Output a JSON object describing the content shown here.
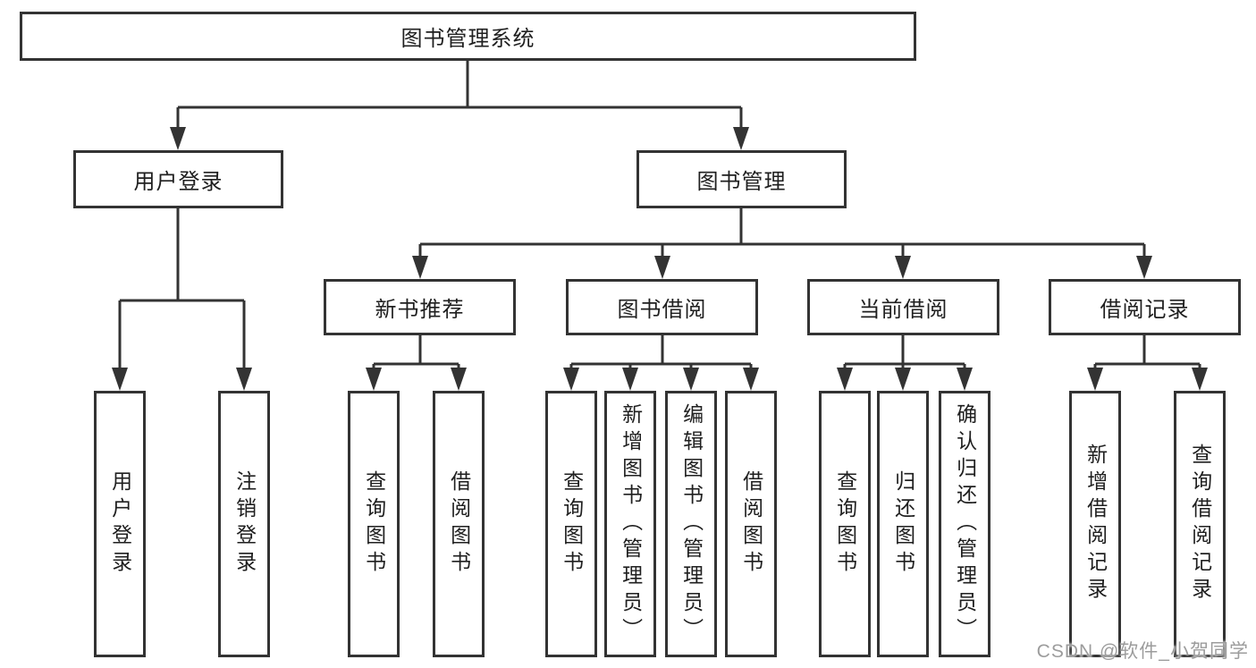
{
  "tree": {
    "root": {
      "label": "图书管理系统"
    },
    "branches": [
      {
        "label": "用户登录",
        "children": [
          {
            "label": "用户登录"
          },
          {
            "label": "注销登录"
          }
        ]
      },
      {
        "label": "图书管理",
        "children": [
          {
            "label": "新书推荐",
            "children": [
              {
                "label": "查询图书"
              },
              {
                "label": "借阅图书"
              }
            ]
          },
          {
            "label": "图书借阅",
            "children": [
              {
                "label": "查询图书"
              },
              {
                "label": "新增图书（管理员）"
              },
              {
                "label": "编辑图书（管理员）"
              },
              {
                "label": "借阅图书"
              }
            ]
          },
          {
            "label": "当前借阅",
            "children": [
              {
                "label": "查询图书"
              },
              {
                "label": "归还图书"
              },
              {
                "label": "确认归还（管理员）"
              }
            ]
          },
          {
            "label": "借阅记录",
            "children": [
              {
                "label": "新增借阅记录"
              },
              {
                "label": "查询借阅记录"
              }
            ]
          }
        ]
      }
    ]
  },
  "watermark": {
    "text": "CSDN @软件_小贺同学"
  },
  "colors": {
    "line": "#333333",
    "border": "#333333",
    "fill": "#ffffff",
    "text": "#1f1f1f",
    "watermark": "#9c9c9c"
  }
}
